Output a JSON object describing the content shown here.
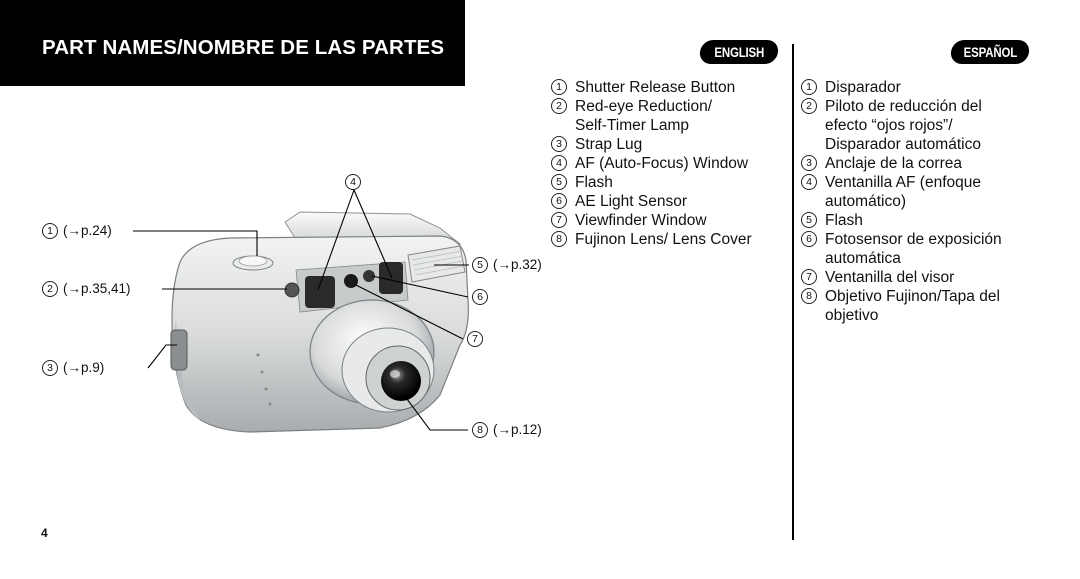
{
  "header": {
    "title": "PART NAMES/NOMBRE DE LAS PARTES"
  },
  "languages": {
    "english": "ENGLISH",
    "spanish": "ESPAÑOL"
  },
  "english_parts": [
    {
      "num": "1",
      "lines": [
        "Shutter Release Button"
      ]
    },
    {
      "num": "2",
      "lines": [
        "Red-eye Reduction/",
        "Self-Timer Lamp"
      ]
    },
    {
      "num": "3",
      "lines": [
        "Strap Lug"
      ]
    },
    {
      "num": "4",
      "lines": [
        "AF (Auto-Focus) Window"
      ]
    },
    {
      "num": "5",
      "lines": [
        "Flash"
      ]
    },
    {
      "num": "6",
      "lines": [
        "AE Light Sensor"
      ]
    },
    {
      "num": "7",
      "lines": [
        "Viewfinder Window"
      ]
    },
    {
      "num": "8",
      "lines": [
        "Fujinon Lens/ Lens Cover"
      ]
    }
  ],
  "spanish_parts": [
    {
      "num": "1",
      "lines": [
        "Disparador"
      ]
    },
    {
      "num": "2",
      "lines": [
        "Piloto de reducción del",
        "efecto “ojos rojos”/",
        "Disparador automático"
      ]
    },
    {
      "num": "3",
      "lines": [
        "Anclaje de la correa"
      ]
    },
    {
      "num": "4",
      "lines": [
        "Ventanilla AF (enfoque",
        "automático)"
      ]
    },
    {
      "num": "5",
      "lines": [
        "Flash"
      ]
    },
    {
      "num": "6",
      "lines": [
        "Fotosensor de exposición",
        "automática"
      ]
    },
    {
      "num": "7",
      "lines": [
        "Ventanilla del visor"
      ]
    },
    {
      "num": "8",
      "lines": [
        "Objetivo Fujinon/Tapa del",
        "objetivo"
      ]
    }
  ],
  "callouts": {
    "c1": {
      "num": "1",
      "ref": "(→p.24)"
    },
    "c2": {
      "num": "2",
      "ref": "(→p.35,41)"
    },
    "c3": {
      "num": "3",
      "ref": "(→p.9)"
    },
    "c4": {
      "num": "4"
    },
    "c5": {
      "num": "5",
      "ref": "(→p.32)"
    },
    "c6": {
      "num": "6"
    },
    "c7": {
      "num": "7"
    },
    "c8": {
      "num": "8",
      "ref": "(→p.12)"
    }
  },
  "page_number": "4",
  "colors": {
    "header_bg": "#000000",
    "header_text": "#ffffff",
    "camera_body": "#d4d7d8"
  }
}
